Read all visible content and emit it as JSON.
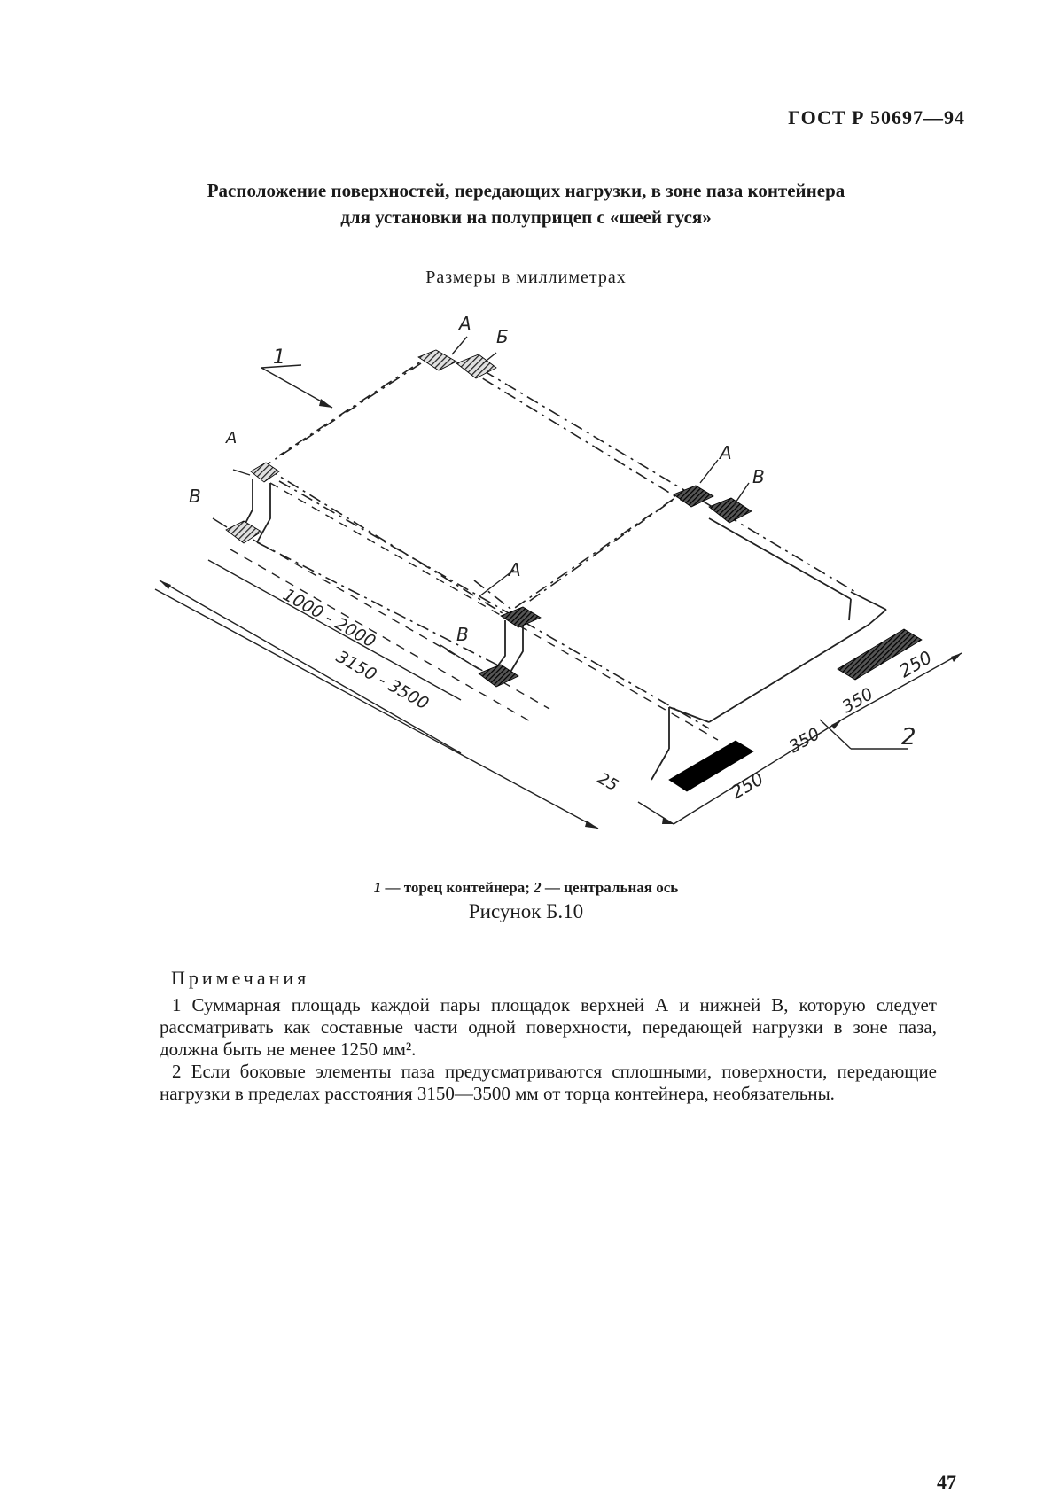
{
  "header": {
    "doc_code": "ГОСТ Р 50697—94"
  },
  "title": {
    "line1": "Расположение поверхностей, передающих нагрузки, в зоне паза контейнера",
    "line2": "для установки на полуприцеп с «шеей гуся»"
  },
  "units_note": "Размеры в миллиметрах",
  "figure": {
    "labels": {
      "ref1": "1",
      "ref2": "2",
      "a_upper": "A",
      "b_upper": "Б",
      "a_left": "A",
      "b_left": "B",
      "a_right": "A",
      "b_right": "B",
      "a_mid": "A",
      "b_mid": "B"
    },
    "dimensions": {
      "d1000_2000": "1000 - 2000",
      "d3150_3500": "3150 - 3500",
      "d25": "25",
      "d250_a": "250",
      "d350_a": "350",
      "d350_b": "350",
      "d250_b": "250"
    },
    "legend": {
      "n1": "1",
      "t1": " — торец контейнера; ",
      "n2": "2",
      "t2": " — центральная ось"
    },
    "caption": "Рисунок Б.10"
  },
  "notes": {
    "heading": "Примечания",
    "items": [
      "1 Суммарная площадь каждой пары площадок верхней А и нижней В, которую следует рассматривать как составные части одной поверхности, передающей нагрузки в зоне паза, должна быть не менее 1250 мм².",
      "2 Если боковые элементы паза предусматриваются сплошными, поверхности, передающие нагрузки в пределах расстояния 3150—3500 мм от торца контейнера, необязательны."
    ]
  },
  "page_number": "47"
}
